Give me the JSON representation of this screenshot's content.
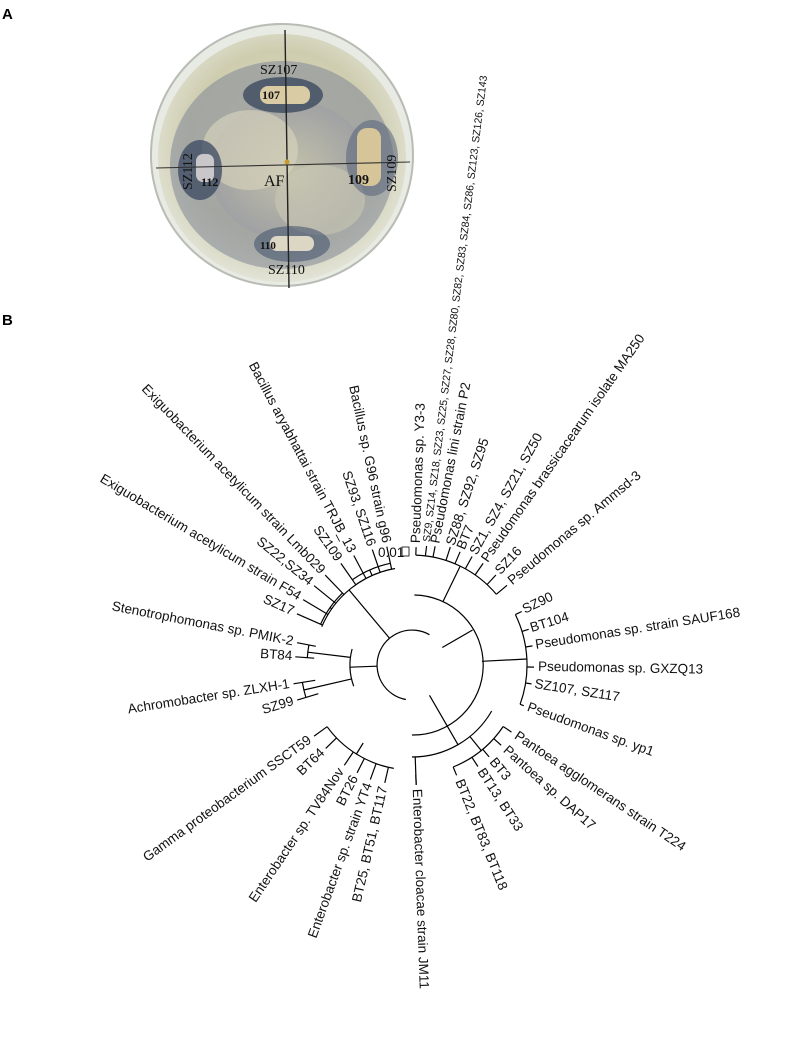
{
  "panels": {
    "a": {
      "label": "A",
      "plate": {
        "center_label": "AF",
        "isolates": [
          {
            "label": "SZ107",
            "handwritten": "107"
          },
          {
            "label": "SZ109",
            "handwritten": "109"
          },
          {
            "label": "SZ110",
            "handwritten": "110"
          },
          {
            "label": "SZ112",
            "handwritten": "112"
          }
        ]
      }
    },
    "b": {
      "label": "B",
      "scale_bar": "0.01",
      "leaves": [
        {
          "id": "pseudo-y3",
          "text": "Pseudomonas sp. Y3-3"
        },
        {
          "id": "sz-list",
          "text": "SZ9, SZ14, SZ18, SZ23, SZ25, SZ27, SZ28, SZ80, SZ82, SZ83, SZ84, SZ86, SZ123, SZ126, SZ143"
        },
        {
          "id": "pseudo-lini",
          "text": "Pseudomonas lini strain P2"
        },
        {
          "id": "sz88",
          "text": "SZ88, SZ92, SZ95"
        },
        {
          "id": "bt7",
          "text": "BT7"
        },
        {
          "id": "sz1",
          "text": "SZ1, SZ4, SZ21, SZ50"
        },
        {
          "id": "pseudo-brass",
          "text": "Pseudomonas brassicacearum isolate MA250"
        },
        {
          "id": "sz16",
          "text": "SZ16"
        },
        {
          "id": "pseudo-ammsd",
          "text": "Pseudomonas sp. Ammsd-3"
        },
        {
          "id": "sz90",
          "text": "SZ90"
        },
        {
          "id": "bt104",
          "text": "BT104"
        },
        {
          "id": "pseudo-sauf",
          "text": "Pseudomonas sp. strain SAUF168"
        },
        {
          "id": "pseudo-gxzq",
          "text": "Pseudomonas sp. GXZQ13"
        },
        {
          "id": "sz107",
          "text": "SZ107, SZ117"
        },
        {
          "id": "pseudo-yp1",
          "text": "Pseudomonas sp. yp1"
        },
        {
          "id": "pantoea-agg",
          "text": "Pantoea agglomerans strain T224"
        },
        {
          "id": "pantoea-dap",
          "text": "Pantoea sp. DAP17"
        },
        {
          "id": "bt3",
          "text": "BT3"
        },
        {
          "id": "bt13",
          "text": "BT13, BT33"
        },
        {
          "id": "bt22",
          "text": "BT22, BT83, BT118"
        },
        {
          "id": "entero-cloacae",
          "text": "Enterobacter cloacae strain JM11"
        },
        {
          "id": "bt25",
          "text": "BT25, BT51, BT117"
        },
        {
          "id": "entero-yt4",
          "text": "Enterobacter sp. strain YT4"
        },
        {
          "id": "bt26",
          "text": "BT26"
        },
        {
          "id": "entero-tv",
          "text": "Enterobacter sp. TV84Nov"
        },
        {
          "id": "bt64",
          "text": "BT64"
        },
        {
          "id": "gamma",
          "text": "Gamma proteobacterium SSCT59"
        },
        {
          "id": "sz99",
          "text": "SZ99"
        },
        {
          "id": "achromo",
          "text": "Achromobacter sp. ZLXH-1"
        },
        {
          "id": "bt84",
          "text": "BT84"
        },
        {
          "id": "steno",
          "text": "Stenotrophomonas sp. PMIK-2"
        },
        {
          "id": "sz17",
          "text": "SZ17"
        },
        {
          "id": "exi-f54",
          "text": "Exiguobacterium acetylicum strain F54"
        },
        {
          "id": "sz22",
          "text": "SZ22,SZ34"
        },
        {
          "id": "exi-lmb",
          "text": "Exiguobacterium acetylicum strain Lmb029"
        },
        {
          "id": "sz109",
          "text": "SZ109"
        },
        {
          "id": "bacillus-ary",
          "text": "Bacillus aryabhattai strain TRJB_13"
        },
        {
          "id": "sz93",
          "text": "SZ93, SZ116"
        },
        {
          "id": "bacillus-g96",
          "text": "Bacillus sp. G96 strain g96"
        }
      ]
    }
  }
}
